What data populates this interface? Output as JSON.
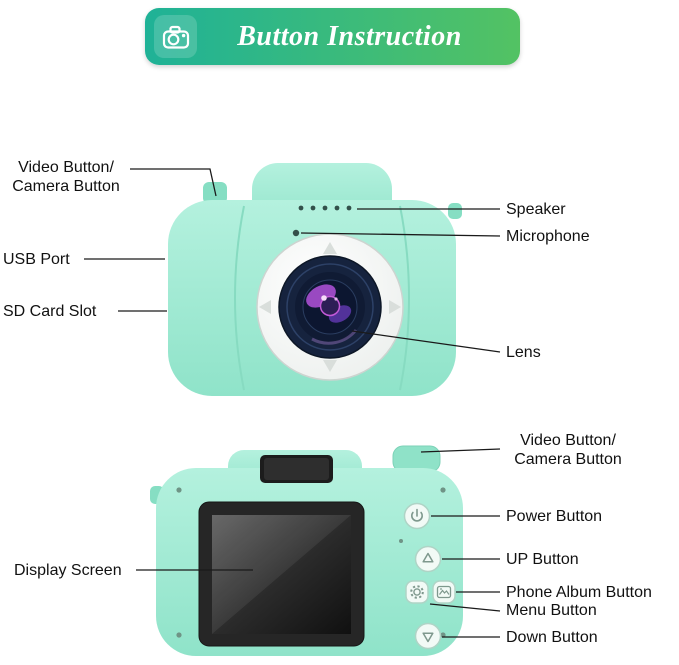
{
  "banner": {
    "title": "Button Instruction"
  },
  "front_view": {
    "labels": {
      "video_camera": "Video Button/\nCamera Button",
      "usb_port": "USB Port",
      "sd_card_slot": "SD Card Slot",
      "speaker": "Speaker",
      "microphone": "Microphone",
      "lens": "Lens"
    }
  },
  "back_view": {
    "labels": {
      "video_camera": "Video Button/\nCamera Button",
      "power": "Power Button",
      "up": "UP Button",
      "phone_album": "Phone Album Button",
      "menu": "Menu Button",
      "down": "Down Button",
      "display_screen": "Display Screen"
    }
  },
  "icons": {
    "banner": "camera-icon",
    "power": "power-icon",
    "up": "triangle-up-icon",
    "down": "triangle-down-icon",
    "menu": "gear-icon",
    "album": "picture-icon"
  },
  "colors": {
    "banner_start": "#1fb297",
    "banner_end": "#53c263",
    "camera_body": "#a5ecd7",
    "camera_body_dark": "#8be0c5",
    "lens_navy": "#17233f",
    "lens_purple": "#a94fd2",
    "label_text": "#111111",
    "line": "#1a1a1a"
  }
}
